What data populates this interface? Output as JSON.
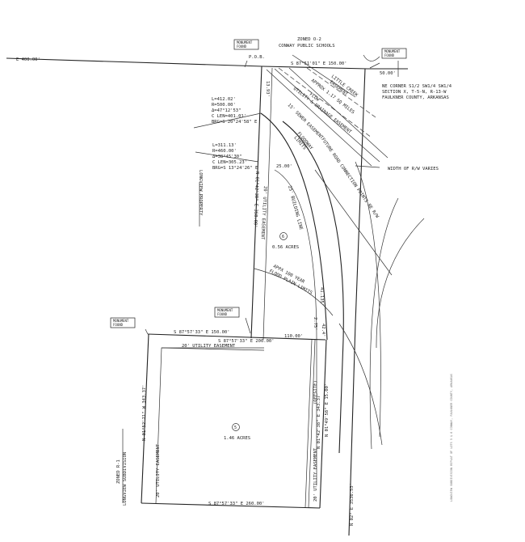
{
  "header": {
    "zoned_top": "ZONED O-2",
    "neighbor_top": "CONWAY PUBLIC SCHOOLS"
  },
  "monuments": {
    "pob_top_left": "MONUMENT",
    "pob_top_left_2": "FOUND",
    "top_right": "MONUMENT",
    "top_right_2": "FOUND",
    "mid": "MONUMENT",
    "mid_2": "FOUND",
    "left": "MONUMENT",
    "left_2": "FOUND"
  },
  "labels": {
    "west_dist": "E 400.00'",
    "pob": "P.O.B.",
    "north_line": "S 87°51'01\" E 150.00'",
    "ne_dist": "50.00'",
    "ne_corner_1": "NE CORNER S1/2 SW1/4 SW1/4",
    "ne_corner_2": "SECTION X, T-5-N, R-13-W",
    "ne_corner_3": "FAULKNER COUNTY, ARKANSAS",
    "little_creek_1": "LITTLE CREEK",
    "little_creek_2": "EASEMENT",
    "creek_approx": "APPROX 1.17 SQ MILES",
    "flow": "FLOW",
    "utility_drainage": "UTILITY & DRAINAGE EASEMENT",
    "sewer_easement": "15' SEWER EASEMENT",
    "floodway_1": "FLOODWAY",
    "floodway_2": "LIMITS",
    "future_road": "FUTURE ROAD CONNECTION POINTS BE R/W",
    "row_varies": "WIDTH OF R/W VARIES",
    "curve1_l": "L=412.02'",
    "curve1_r": "R=500.00'",
    "curve1_d": "Δ=47°12'53\"",
    "curve1_c": "C LEN=401.01'",
    "curve1_b": "BRG=S 20°24'58\" E",
    "curve2_l": "L=311.13'",
    "curve2_r": "R=460.00'",
    "curve2_d": "Δ=38°45'30\"",
    "curve2_c": "C LEN=305.23'",
    "curve2_b": "BRG=S 13°24'26\" E",
    "dist_25": "25.00'",
    "dist_1393": "13.93'",
    "west_line": "N 01°42'38\" E 358.00'",
    "longview_property": "LONGVIEW PROPERTY",
    "utility_easement_20": "20' UTILITY EASEMENT",
    "building_line": "25' BUILDING LINE",
    "lot6_num": "6",
    "lot6_area": "0.56 ACRES",
    "flood_plain_1": "APPX 100 YEAR",
    "flood_plain_2": "FLOOD PLAIN LIMITS",
    "dist_1135": "41.135'",
    "dist_275": "2.75'",
    "dist_424": "42.4'",
    "line_150": "S 87°57'33\" E 150.00'",
    "line_200": "S 87°57'33\" E 200.00'",
    "dist_110": "110.00'",
    "easement_20_top": "20' UTILITY EASEMENT",
    "lot5_num": "5",
    "lot5_area": "1.46 ACRES",
    "west_lot5": "N 01°52'21\" W 343.37'",
    "utility_left": "20' UTILITY EASEMENT",
    "utility_right": "20' UTILITY EASEMENT",
    "south_line": "S 87°57'33\" E 260.00'",
    "east_lot5": "N 01°42'38\" E 343.37'",
    "east_lot5_b": "N 01°49'58\" E 15.00'",
    "offsite": "(OFFSITE)",
    "road_line": "N 02° E 3536.53'",
    "zoned_left_1": "ZONED R-1",
    "zoned_left_2": "LONGVIEW SUBDIVISION",
    "side_note": "LONGVIEW SUBDIVISION REPLAT OF LOTS 5 & 6 CONWAY, FAULKNER COUNTY, ARKANSAS"
  }
}
